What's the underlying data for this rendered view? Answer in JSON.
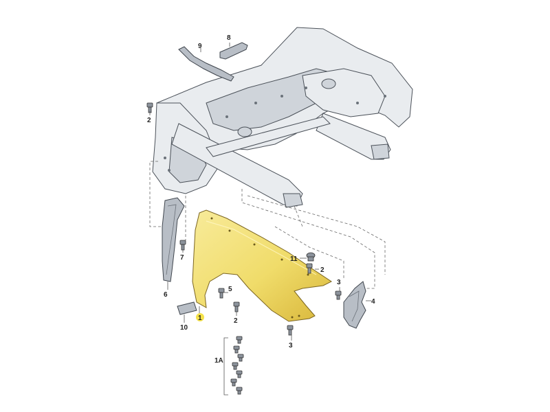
{
  "diagram": {
    "callouts": {
      "c1": "1",
      "c1a": "1A",
      "c2a": "2",
      "c2b": "2",
      "c2c": "2",
      "c3a": "3",
      "c3b": "3",
      "c4": "4",
      "c5": "5",
      "c6": "6",
      "c7": "7",
      "c8": "8",
      "c9": "9",
      "c10": "10",
      "c11": "11"
    },
    "colors": {
      "fender": "#f0dc6a",
      "fender_shade": "#d8b63a",
      "highlight": "#f5e24a"
    }
  }
}
